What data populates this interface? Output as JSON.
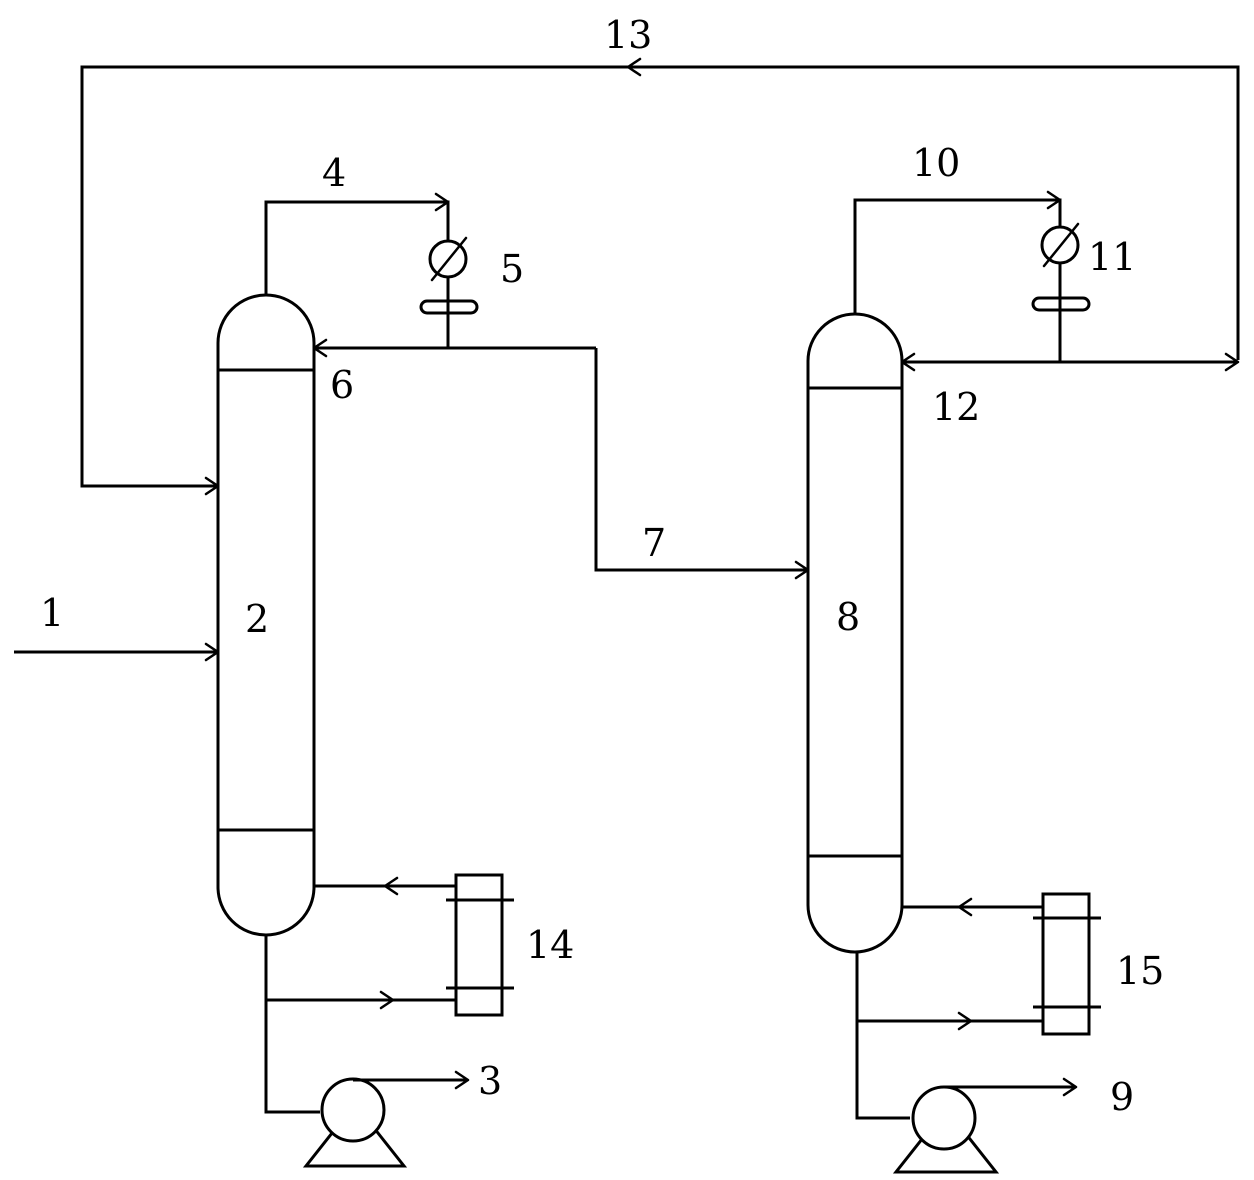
{
  "labels": {
    "feed": "1",
    "column_1": "2",
    "bottoms_1": "3",
    "overhead_1": "4",
    "condenser_1": "5",
    "reflux_1": "6",
    "transfer": "7",
    "column_2": "8",
    "bottoms_2": "9",
    "overhead_2": "10",
    "condenser_2": "11",
    "reflux_2": "12",
    "recycle": "13",
    "reboiler_1": "14",
    "reboiler_2": "15"
  }
}
